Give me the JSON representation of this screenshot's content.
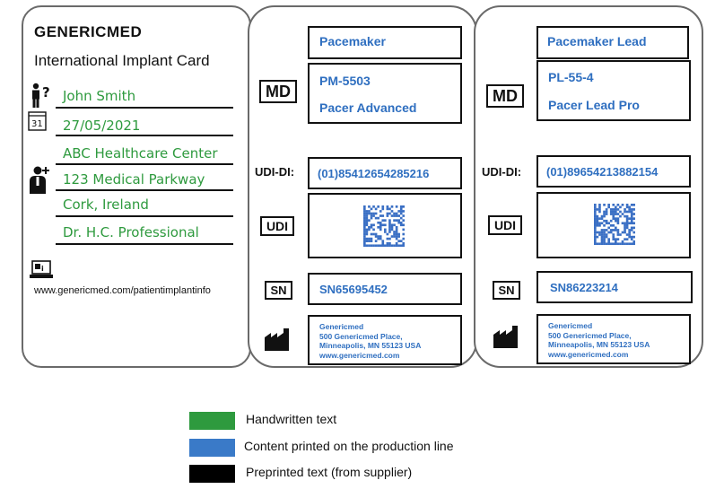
{
  "card": {
    "brand": "GENERICMED",
    "title": "International Implant Card",
    "patient_name": "John Smith",
    "implant_date": "27/05/2021",
    "calendar_day": "31",
    "healthcare_center": "ABC Healthcare Center",
    "address_line": "123 Medical Parkway",
    "city": "Cork, Ireland",
    "professional": "Dr. H.C. Professional",
    "info_url": "www.genericmed.com/patientimplantinfo"
  },
  "devices": [
    {
      "type": "Pacemaker",
      "md_label": "MD",
      "model_number": "PM-5503",
      "model_name": "Pacer Advanced",
      "udi_di_label": "UDI-DI:",
      "udi_di": "(01)85412654285216",
      "udi_label": "UDI",
      "sn_label": "SN",
      "serial": "SN65695452",
      "manufacturer": {
        "name": "Genericmed",
        "street": "500 Genericmed Place,",
        "city": "Minneapolis, MN 55123 USA",
        "web": "www.genericmed.com"
      }
    },
    {
      "type": "Pacemaker Lead",
      "md_label": "MD",
      "model_number": "PL-55-4",
      "model_name": "Pacer Lead Pro",
      "udi_di_label": "UDI-DI:",
      "udi_di": "(01)89654213882154",
      "udi_label": "UDI",
      "sn_label": "SN",
      "serial": "SN86223214",
      "manufacturer": {
        "name": "Genericmed",
        "street": "500 Genericmed Place,",
        "city": "Minneapolis, MN 55123 USA",
        "web": "www.genericmed.com"
      }
    }
  ],
  "legend": [
    {
      "label": "Handwritten text",
      "color": "#2e9a3e"
    },
    {
      "label": "Content printed on the production line",
      "color": "#3a7ac8"
    },
    {
      "label": "Preprinted text (from supplier)",
      "color": "#000000"
    }
  ]
}
